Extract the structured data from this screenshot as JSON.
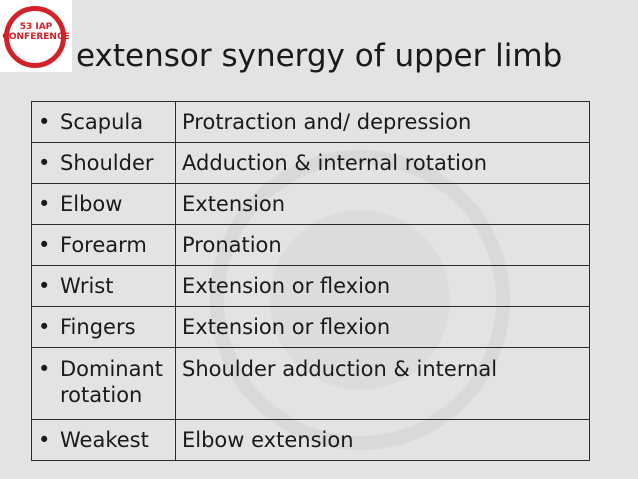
{
  "slide": {
    "title": "extensor synergy of upper limb",
    "logo_text": "53 IAP CONFERENCE"
  },
  "table": {
    "rows": [
      {
        "part": "Scapula",
        "movement": "Protraction and/ depression"
      },
      {
        "part": "Shoulder",
        "movement": "Adduction & internal rotation"
      },
      {
        "part": "Elbow",
        "movement": "Extension"
      },
      {
        "part": "Forearm",
        "movement": "Pronation"
      },
      {
        "part": "Wrist",
        "movement": "Extension or flexion"
      },
      {
        "part": "Fingers",
        "movement": "Extension or flexion"
      },
      {
        "part": "Dominant",
        "movement": "Shoulder adduction & internal",
        "continuation": "rotation"
      },
      {
        "part": "Weakest",
        "movement": "Elbow extension"
      }
    ]
  },
  "colors": {
    "background": "#e3e3e3",
    "logo_red": "#d42027"
  }
}
